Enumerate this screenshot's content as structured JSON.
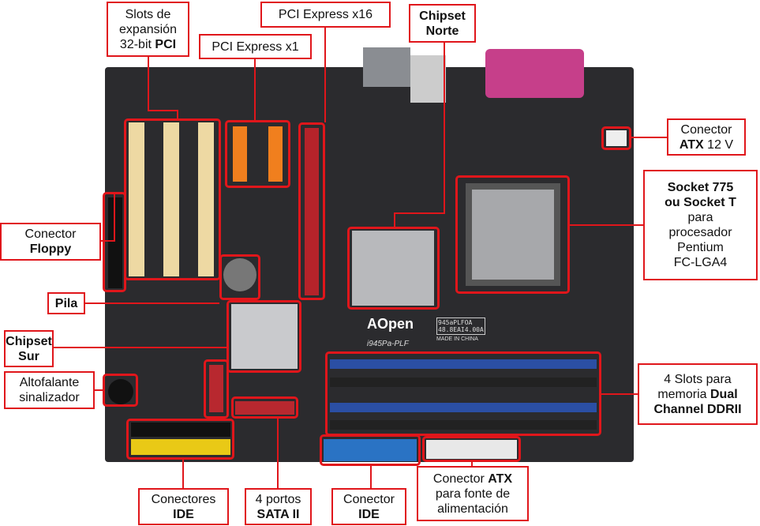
{
  "labels": {
    "pci": {
      "l1": "Slots de",
      "l2": "expansión",
      "l3a": "32-bit ",
      "l3b": "PCI"
    },
    "pcie1": {
      "t": "PCI Express x1"
    },
    "pcie16": {
      "t": "PCI Express x16"
    },
    "north": {
      "l1": "Chipset",
      "l2": "Norte"
    },
    "atx12": {
      "l1": "Conector",
      "l2a": "ATX",
      "l2b": " 12 V"
    },
    "socket": {
      "l1": "Socket 775",
      "l2": "ou Socket T",
      "l3": "para",
      "l4": "procesador",
      "l5": "Pentium",
      "l6": "FC-LGA4"
    },
    "floppy": {
      "l1": "Conector",
      "l2": "Floppy"
    },
    "pila": {
      "t": "Pila"
    },
    "south": {
      "l1": "Chipset",
      "l2": "Sur"
    },
    "speaker": {
      "l1": "Altofalante",
      "l2": "sinalizador"
    },
    "memory": {
      "l1": "4 Slots para",
      "l2a": "memoria ",
      "l2b": "Dual",
      "l3": "Channel DDRII"
    },
    "ide2": {
      "l1": "Conectores",
      "l2": "IDE"
    },
    "sata": {
      "l1": "4 portos",
      "l2": "SATA II"
    },
    "ide1": {
      "l1": "Conector",
      "l2": "IDE"
    },
    "atx": {
      "l1a": "Conector ",
      "l1b": "ATX",
      "l2": "para fonte de",
      "l3": "alimentación"
    }
  },
  "board": {
    "brand": "AOpen",
    "model": "i945Pa-PLF",
    "code1": "945aPLFOA",
    "code2": "48.8EAI4.00A",
    "made": "MADE IN CHINA"
  },
  "colors": {
    "highlight": "#e0161b",
    "board": "#2b2b2e"
  }
}
